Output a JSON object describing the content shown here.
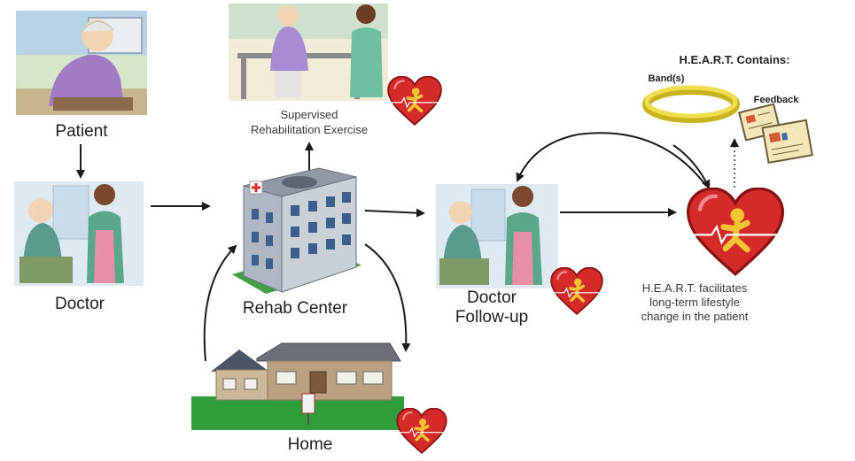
{
  "nodes": {
    "patient": "Patient",
    "doctor": "Doctor",
    "supervised_line1": "Supervised",
    "supervised_line2": "Rehabilitation Exercise",
    "rehab_center": "Rehab Center",
    "home": "Home",
    "followup_line1": "Doctor",
    "followup_line2": "Follow-up"
  },
  "heart_panel": {
    "title": "H.E.A.R.T. Contains:",
    "band": "Band(s)",
    "feedback": "Feedback",
    "note_line1": "H.E.A.R.T. facilitates",
    "note_line2": "long-term lifestyle",
    "note_line3": "change in the patient"
  },
  "colors": {
    "heart_red": "#d42a2a",
    "band_yellow": "#e8d23a",
    "lawn_green": "#2f9e38",
    "arrow": "#1a1a1a"
  },
  "icons": [
    "heart-icon",
    "hospital-icon",
    "house-icon",
    "wristband-icon",
    "feedback-doc-icon"
  ]
}
